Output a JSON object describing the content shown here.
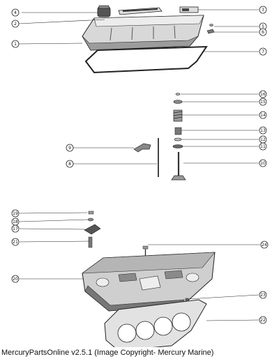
{
  "callouts": [
    {
      "id": "c4",
      "label": "4"
    },
    {
      "id": "c2",
      "label": "2"
    },
    {
      "id": "c1",
      "label": "1"
    },
    {
      "id": "c3",
      "label": "3"
    },
    {
      "id": "c5",
      "label": "5"
    },
    {
      "id": "c6",
      "label": "6"
    },
    {
      "id": "c7",
      "label": "7"
    },
    {
      "id": "c16",
      "label": "16"
    },
    {
      "id": "c15",
      "label": "15"
    },
    {
      "id": "c14",
      "label": "14"
    },
    {
      "id": "c13",
      "label": "13"
    },
    {
      "id": "c12",
      "label": "12"
    },
    {
      "id": "c11",
      "label": "11"
    },
    {
      "id": "c10",
      "label": "10"
    },
    {
      "id": "c9",
      "label": "9"
    },
    {
      "id": "c8",
      "label": "8"
    },
    {
      "id": "c19",
      "label": "19"
    },
    {
      "id": "c18",
      "label": "18"
    },
    {
      "id": "c17",
      "label": "17"
    },
    {
      "id": "c21",
      "label": "21"
    },
    {
      "id": "c24",
      "label": "24"
    },
    {
      "id": "c20",
      "label": "20"
    },
    {
      "id": "c23",
      "label": "23"
    },
    {
      "id": "c22",
      "label": "22"
    }
  ],
  "caption": "MercuryPartsOnline v2.5.1 (Image Copyright- Mercury Marine)",
  "colors": {
    "line": "#222222",
    "fill_light": "#e8e8e8",
    "fill_mid": "#bdbdbd",
    "fill_dark": "#6a6a6a"
  }
}
